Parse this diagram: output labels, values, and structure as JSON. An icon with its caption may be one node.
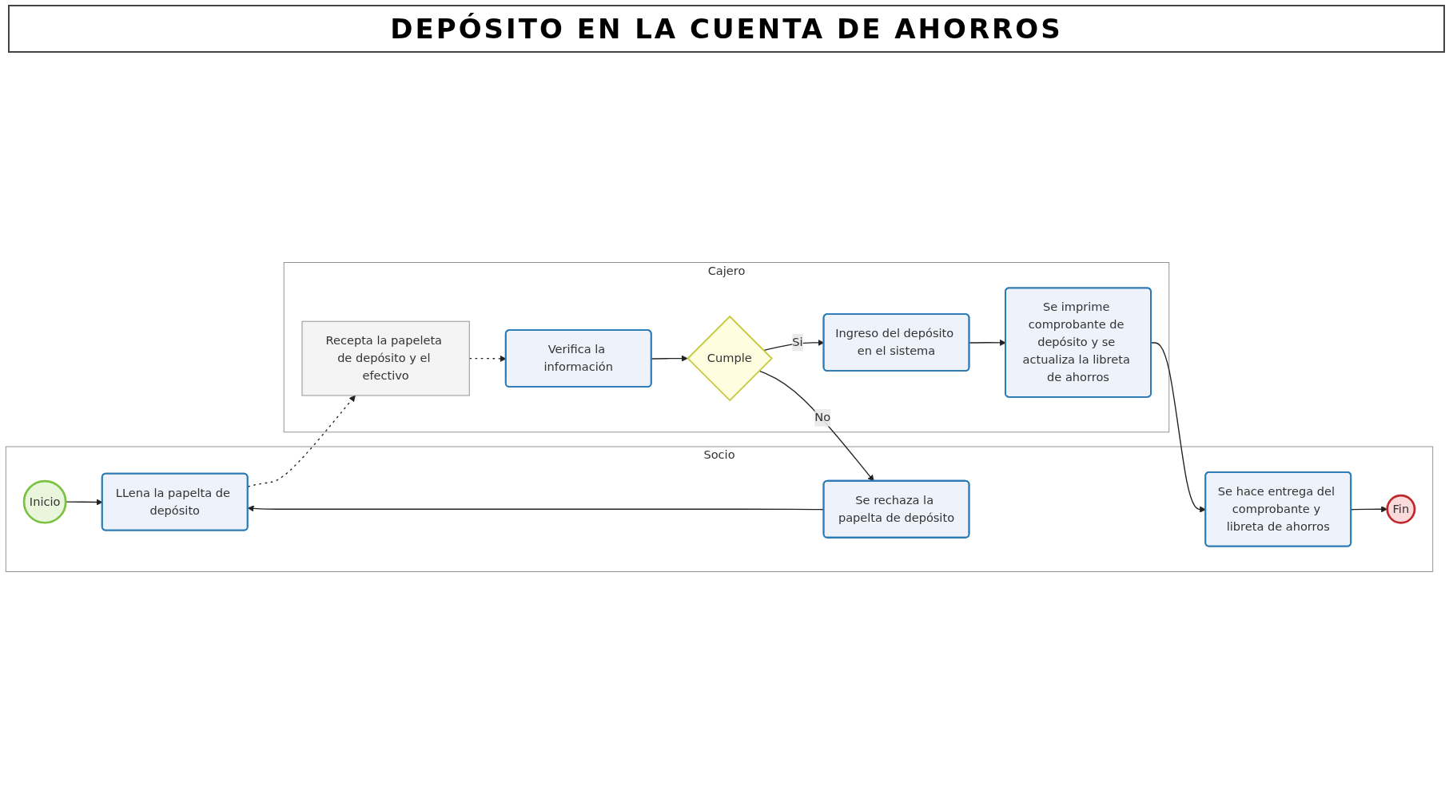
{
  "diagram": {
    "title": "DEPÓSITO EN LA CUENTA DE AHORROS",
    "nodes": [
      {
        "text": [
          "Socio"
        ]
      },
      {
        "text": [
          "Inicio"
        ],
        "in": 0
      },
      {
        "text": [
          "LLena la papelta de depósito"
        ],
        "in": 0
      },
      {
        "text": [
          "Se rechaza la papelta de depósito"
        ],
        "in": 0
      },
      {
        "text": [
          "Se hace entrega del comprobante y libreta de ahorros"
        ],
        "in": 0
      },
      {
        "text": [
          "Fin"
        ],
        "in": 0
      },
      {
        "text": [
          "Cajero"
        ]
      },
      {
        "text": [
          "Recepta la papeleta de depósito y el efectivo"
        ],
        "in": 6
      },
      {
        "text": [
          "Verifica la información"
        ],
        "in": 6
      },
      {
        "text": [
          "Cumple"
        ],
        "in": 6
      },
      {
        "text": [
          "Ingreso del depósito en el sistema"
        ],
        "in": 6
      },
      {
        "text": [
          "Se imprime comprobante de depósito y se actualiza la libreta de ahorros"
        ],
        "in": 6
      }
    ],
    "edges": [
      {
        "from": 1,
        "to": 2,
        "arrow": "to"
      },
      {
        "from": 2,
        "to": 7,
        "arrow": "to",
        "style": "dashed"
      },
      {
        "from": 7,
        "to": 8,
        "arrow": "to",
        "style": "dashed"
      },
      {
        "from": 8,
        "to": 9,
        "arrow": "to"
      },
      {
        "from": 9,
        "to": 3,
        "arrow": "to",
        "label": "No"
      },
      {
        "from": 3,
        "to": 2,
        "arrow": "to"
      },
      {
        "from": 9,
        "to": 10,
        "arrow": "to",
        "label": "Si"
      },
      {
        "from": 10,
        "to": 11,
        "arrow": "to"
      },
      {
        "from": 11,
        "to": 4,
        "arrow": "to"
      },
      {
        "from": 4,
        "to": 5,
        "arrow": "to"
      }
    ]
  }
}
